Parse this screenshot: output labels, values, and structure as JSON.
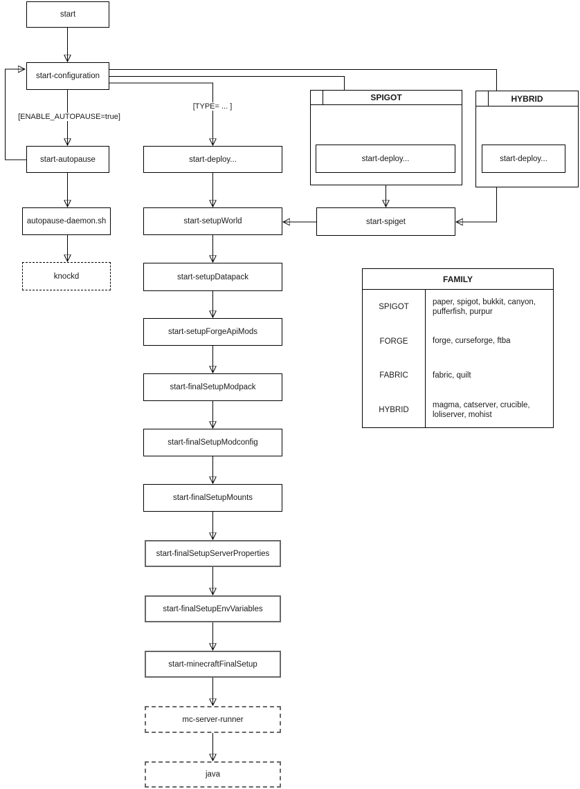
{
  "diagram": {
    "nodes": {
      "start": "start",
      "start_configuration": "start-configuration",
      "start_autopause": "start-autopause",
      "autopause_daemon": "autopause-daemon.sh",
      "knockd": "knockd",
      "start_deploy_mid": "start-deploy...",
      "start_setup_world": "start-setupWorld",
      "start_setup_datapack": "start-setupDatapack",
      "start_setup_forge_api_mods": "start-setupForgeApiMods",
      "start_final_setup_modpack": "start-finalSetupModpack",
      "start_final_setup_modconfig": "start-finalSetupModconfig",
      "start_final_setup_mounts": "start-finalSetupMounts",
      "start_final_setup_server_properties": "start-finalSetupServerProperties",
      "start_final_setup_env_variables": "start-finalSetupEnvVariables",
      "start_minecraft_final_setup": "start-minecraftFinalSetup",
      "mc_server_runner": "mc-server-runner",
      "java": "java",
      "start_spiget": "start-spiget"
    },
    "containers": {
      "spigot": {
        "title": "SPIGOT",
        "deploy": "start-deploy..."
      },
      "hybrid": {
        "title": "HYBRID",
        "deploy": "start-deploy..."
      }
    },
    "edge_labels": {
      "enable_autopause": "[ENABLE_AUTOPAUSE=true]",
      "type": "[TYPE= ... ]"
    },
    "family_table": {
      "title": "FAMILY",
      "rows": [
        {
          "family": "SPIGOT",
          "servers": "paper, spigot, bukkit, canyon, pufferfish, purpur"
        },
        {
          "family": "FORGE",
          "servers": "forge, curseforge, ftba"
        },
        {
          "family": "FABRIC",
          "servers": "fabric, quilt"
        },
        {
          "family": "HYBRID",
          "servers": "magma, catserver, crucible, loliserver, mohist"
        }
      ]
    },
    "colors": {
      "stroke": "#000000",
      "muted_stroke": "#666666",
      "background": "#ffffff"
    }
  }
}
